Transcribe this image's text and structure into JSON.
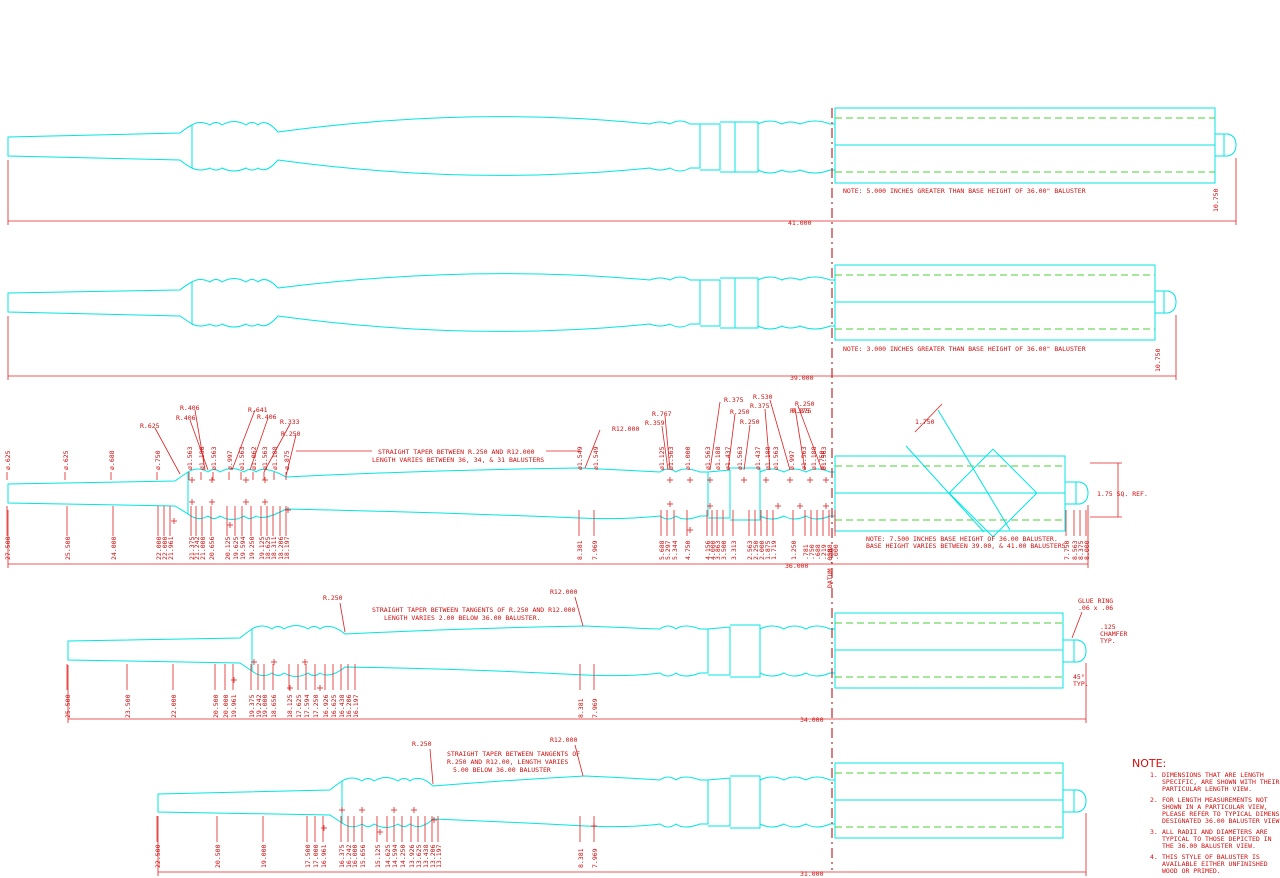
{
  "views": [
    {
      "id": "view-41",
      "length_label": "41.000",
      "end_label": "10.750",
      "note": "NOTE: 5.000 INCHES GREATER THAN BASE HEIGHT OF 36.00\" BALUSTER"
    },
    {
      "id": "view-39",
      "length_label": "39.000",
      "end_label": "10.750",
      "note": "NOTE: 3.000 INCHES GREATER THAN BASE HEIGHT OF 36.00\" BALUSTER"
    },
    {
      "id": "view-36",
      "length_label": "36.000",
      "taper_note_1": "STRAIGHT TAPER BETWEEN R.250 AND R12.000",
      "taper_note_2": "LENGTH VARIES BETWEEN 36, 34, & 31 BALUSTERS",
      "sq_ref": "1.75 SQ. REF.",
      "diag": "1.750",
      "note_1": "NOTE: 7.500 INCHES BASE HEIGHT OF 36.00 BALUSTER.",
      "note_2": "BASE HEIGHT VARIES BETWEEN 39.00, & 41.00 BALUSTERS",
      "datum": "DATUM .000",
      "radii_left": [
        "R.625",
        "R.406",
        "R.406",
        "R.641",
        "R.406",
        "R.333",
        "R.250"
      ],
      "radii_right": [
        "R.767",
        "R.359",
        "R12.000",
        "R.375",
        "R.250",
        "R.250",
        "R.375",
        "R.530",
        "R.375",
        "R.250",
        "R.375"
      ],
      "diameters_left": [
        "ø.625",
        "ø.625",
        "ø.688",
        "ø.750",
        "ø1.563",
        "ø1.188",
        "ø1.563",
        "ø.997",
        "ø1.563",
        "ø1.062",
        "ø1.563",
        "ø1.188",
        "ø.875"
      ],
      "diameters_right": [
        "ø1.549",
        "ø1.549",
        "ø1.125",
        "ø1.563",
        "ø1.000",
        "ø1.563",
        "ø1.188",
        "ø1.437",
        "ø1.563",
        "ø1.437",
        "ø1.188",
        "ø1.563",
        "ø.997",
        "ø1.563",
        "ø1.188",
        "ø1.563",
        "ø.750"
      ],
      "vert_dims_left": [
        "27.500",
        "25.500",
        "24.000",
        "22.000",
        "22.000",
        "21.961",
        "21.375",
        "21.242",
        "21.000",
        "20.656",
        "20.125",
        "19.625",
        "19.594",
        "19.250",
        "19.125",
        "18.625",
        "18.311",
        "18.206",
        "18.197"
      ],
      "vert_dims_right": [
        "8.381",
        "7.969",
        "5.688",
        "5.297",
        "5.344",
        "4.750",
        "4.156",
        "4.000",
        "3.863",
        "3.500",
        "3.313",
        "2.563",
        "2.250",
        "2.000",
        "1.875",
        "1.719",
        "1.250",
        ".781",
        ".750",
        ".688",
        ".219",
        ".188",
        ".000",
        "7.750",
        "8.563",
        "8.375",
        "8.000"
      ]
    },
    {
      "id": "view-34",
      "length_label": "34.000",
      "taper_note_1": "STRAIGHT TAPER BETWEEN TANGENTS OF R.250 AND R12.000",
      "taper_note_2": "LENGTH VARIES 2.00 BELOW 36.00 BALUSTER.",
      "r_left": "R.250",
      "r_right": "R12.000",
      "glue_ring": "GLUE RING",
      "glue_ring_size": ".06 x .06",
      "chamfer_1": ".125",
      "chamfer_2": "CHAMFER",
      "chamfer_3": "TYP.",
      "angle": "45°",
      "angle_typ": "TYP.",
      "vert_dims": [
        "25.500",
        "23.500",
        "22.000",
        "20.500",
        "20.000",
        "19.961",
        "19.375",
        "19.242",
        "19.000",
        "18.656",
        "18.125",
        "17.625",
        "17.594",
        "17.250",
        "16.926",
        "16.625",
        "16.438",
        "16.206",
        "16.197",
        "8.381",
        "7.969"
      ]
    },
    {
      "id": "view-31",
      "length_label": "31.000",
      "taper_note_1": "STRAIGHT TAPER BETWEEN TANGENTS OF",
      "taper_note_2": "R.250 AND R12.00, LENGTH VARIES",
      "taper_note_3": "5.00 BELOW 36.00 BALUSTER",
      "r_left": "R.250",
      "r_right": "R12.000",
      "vert_dims": [
        "22.500",
        "20.500",
        "19.000",
        "17.500",
        "17.000",
        "16.961",
        "16.375",
        "16.242",
        "16.000",
        "15.656",
        "15.125",
        "14.625",
        "14.594",
        "14.250",
        "13.926",
        "13.625",
        "13.438",
        "13.206",
        "13.197",
        "8.381",
        "7.969"
      ]
    }
  ],
  "notes_title": "NOTE:",
  "notes": [
    {
      "num": "1.",
      "lines": [
        "DIMENSIONS THAT ARE LENGTH",
        "SPECIFIC, ARE SHOWN WITH THEIR",
        "PARTICULAR LENGTH VIEW."
      ]
    },
    {
      "num": "2.",
      "lines": [
        "FOR LENGTH MEASUREMENTS NOT",
        "SHOWN IN A PARTICULAR VIEW,",
        "PLEASE REFER TO TYPICAL DIMENSION",
        "DESIGNATED 36.00 BALUSTER VIEW."
      ]
    },
    {
      "num": "3.",
      "lines": [
        "ALL RADII AND DIAMETERS ARE",
        "TYPICAL TO THOSE DEPICTED IN",
        "THE 36.00 BALUSTER VIEW."
      ]
    },
    {
      "num": "4.",
      "lines": [
        "THIS STYLE OF BALUSTER IS",
        "AVAILABLE EITHER UNFINISHED",
        "WOOD OR PRIMED."
      ]
    }
  ]
}
